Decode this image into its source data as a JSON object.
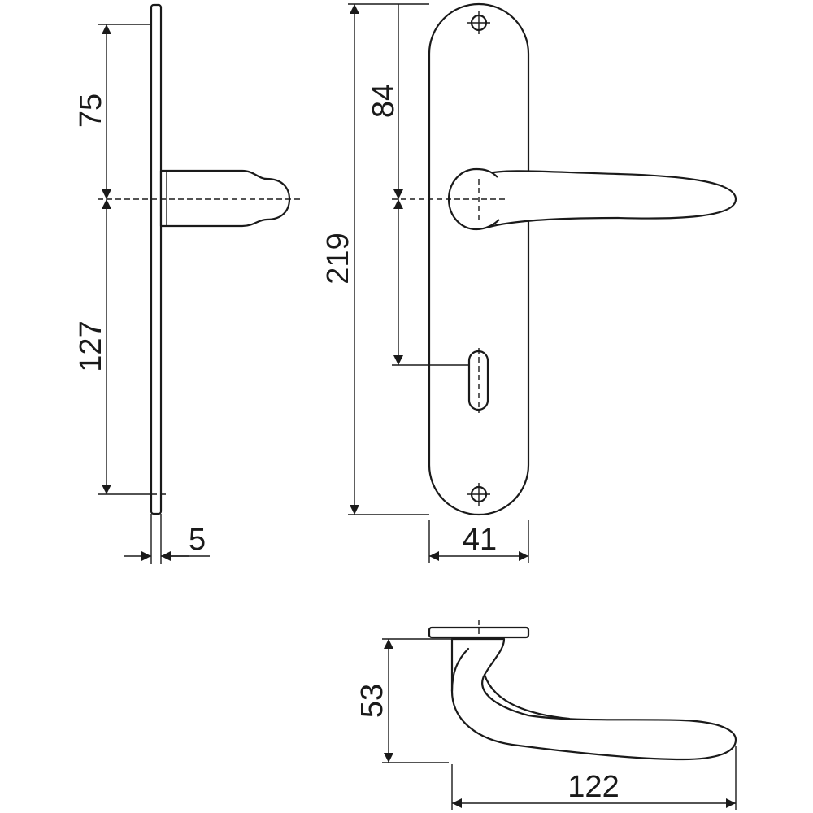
{
  "dimensions": {
    "upper_to_axis": "75",
    "axis_to_bottom": "127",
    "plate_thickness": "5",
    "axis_to_keyhole": "84",
    "plate_height": "219",
    "plate_width": "41",
    "lever_height": "53",
    "lever_length": "122"
  },
  "icons": [
    "screw-cross-icon",
    "keyhole-icon"
  ]
}
